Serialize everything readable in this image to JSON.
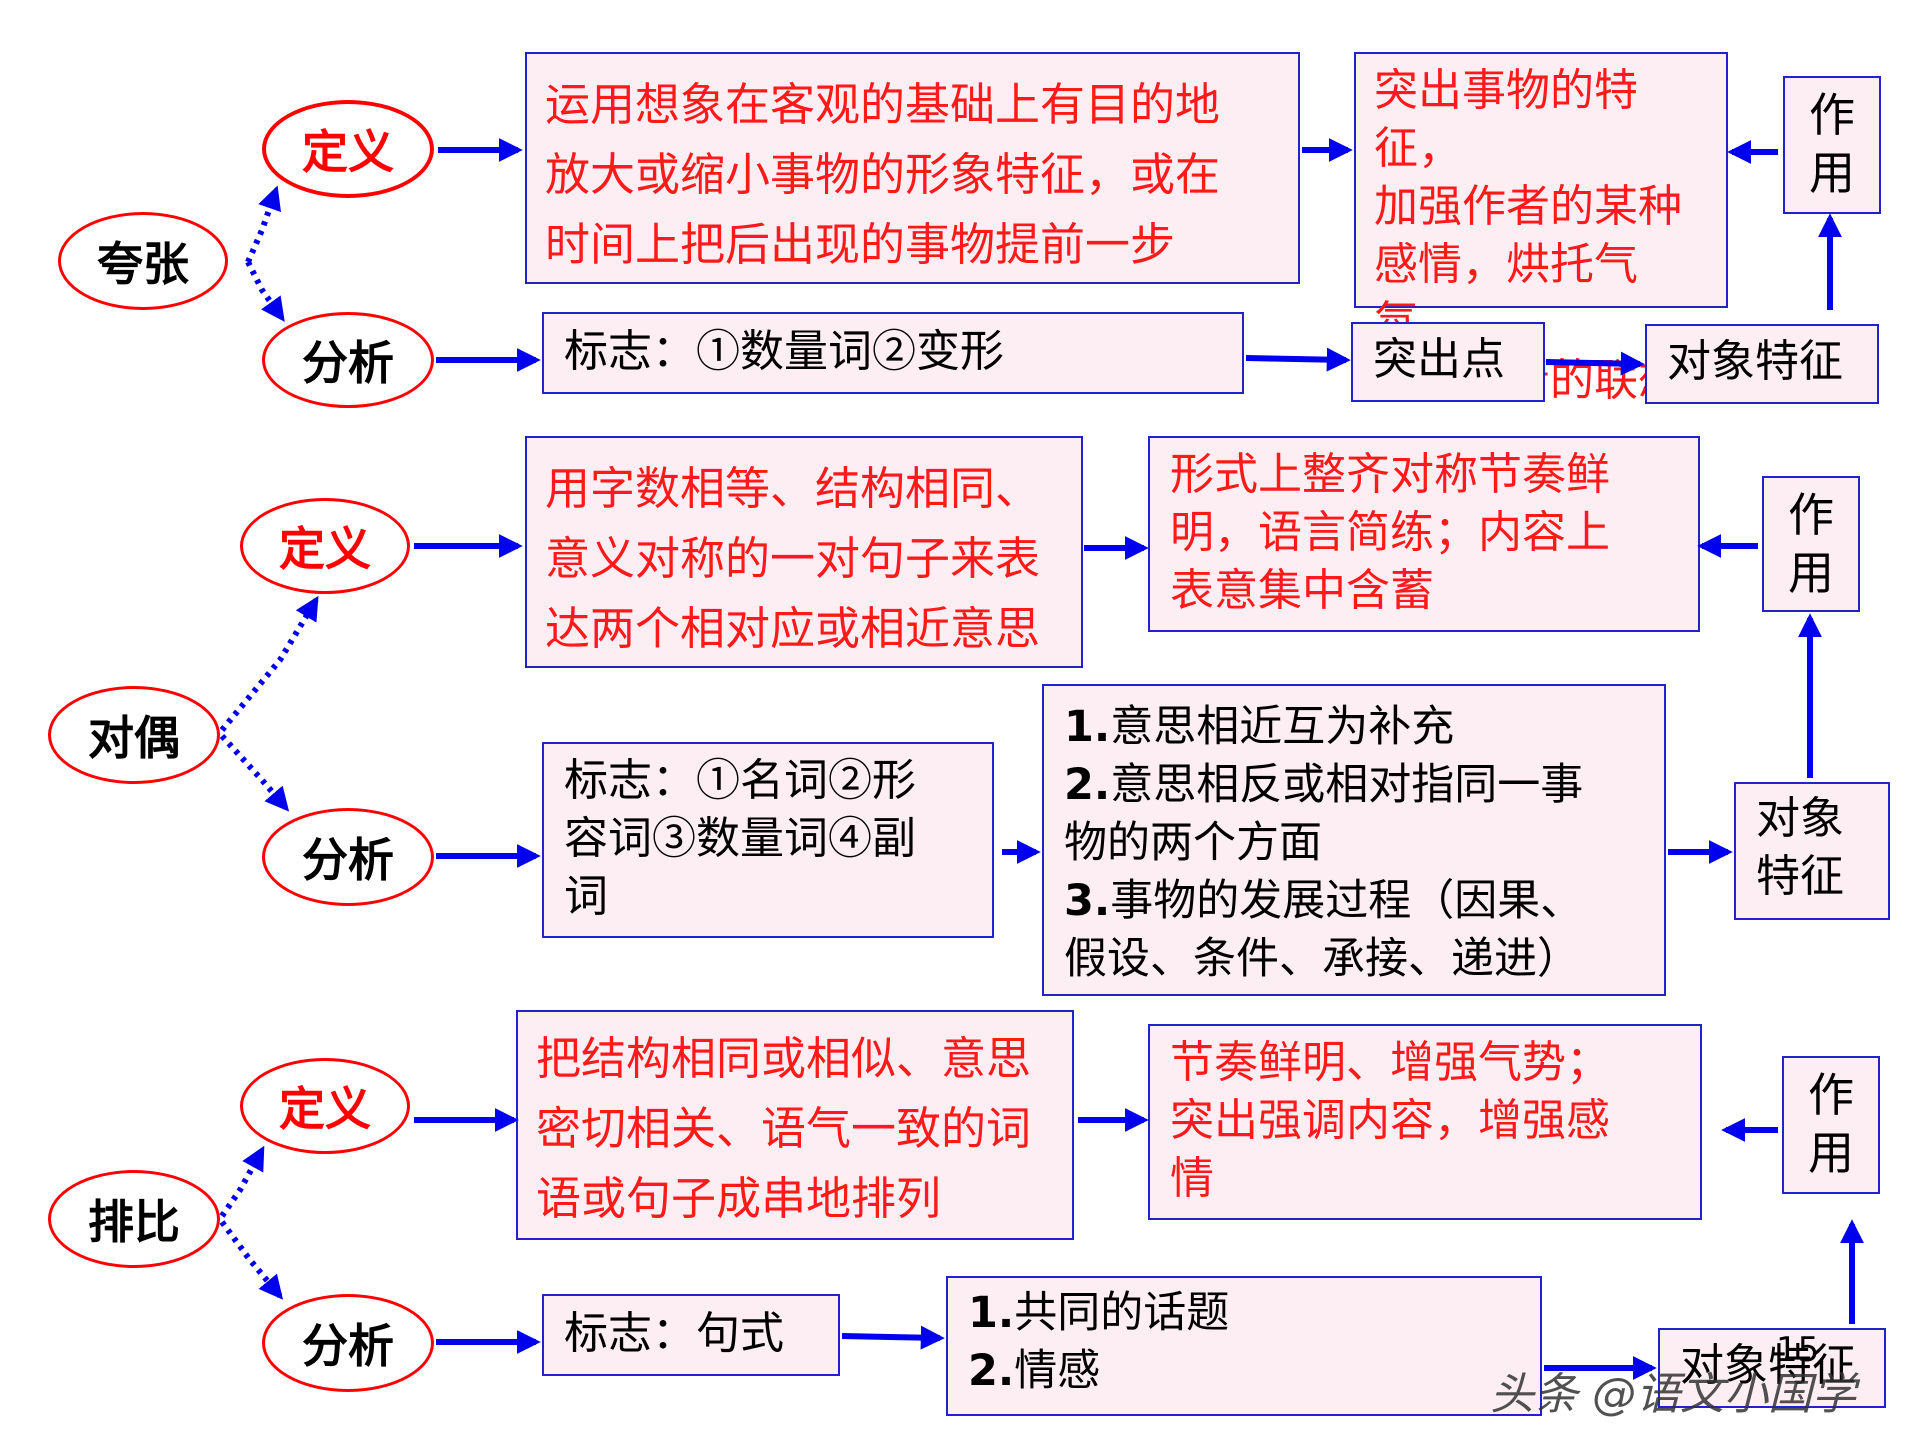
{
  "sections": [
    {
      "topic": "夸张",
      "def_label": "定义",
      "ana_label": "分析",
      "definition": "运用想象在客观的基础上有目的地\n放大或缩小事物的形象特征，或在\n时间上把后出现的事物提前一步",
      "effect": "突出事物的特征，\n加强作者的某种\n感情，烘托气氛，\n引起读者的联想",
      "role_label": "作\n用",
      "marker": "标志：①数量词②变形",
      "mid": "突出点",
      "object": "对象特征"
    },
    {
      "topic": "对偶",
      "def_label": "定义",
      "ana_label": "分析",
      "definition": "用字数相等、结构相同、\n意义对称的一对句子来表\n达两个相对应或相近意思",
      "effect": "形式上整齐对称节奏鲜\n明，语言简练；内容上\n表意集中含蓄",
      "role_label": "作\n用",
      "marker": "标志：①名词②形\n容词③数量词④副\n词",
      "points": [
        {
          "num": "1.",
          "text": "意思相近互为补充"
        },
        {
          "num": "2.",
          "text": "意思相反或相对指同一事\n物的两个方面"
        },
        {
          "num": "3.",
          "text": "事物的发展过程（因果、\n假设、条件、承接、递进）"
        }
      ],
      "object": "对象\n特征"
    },
    {
      "topic": "排比",
      "def_label": "定义",
      "ana_label": "分析",
      "definition": "把结构相同或相似、意思\n密切相关、语气一致的词\n语或句子成串地排列",
      "effect": "节奏鲜明、增强气势；\n突出强调内容，增强感\n情",
      "role_label": "作\n用",
      "marker": "标志：句式",
      "points": [
        {
          "num": "1.",
          "text": "共同的话题"
        },
        {
          "num": "2.",
          "text": "情感"
        }
      ],
      "object": "对象特征"
    }
  ],
  "page_number": "15",
  "watermark": "头条 @语文小国学",
  "colors": {
    "arrow": "#0000ee",
    "ellipse_border": "#ff0000",
    "box_border": "#2222cc",
    "box_fill": "#fdeef4",
    "red_text": "#ff1a1a"
  }
}
